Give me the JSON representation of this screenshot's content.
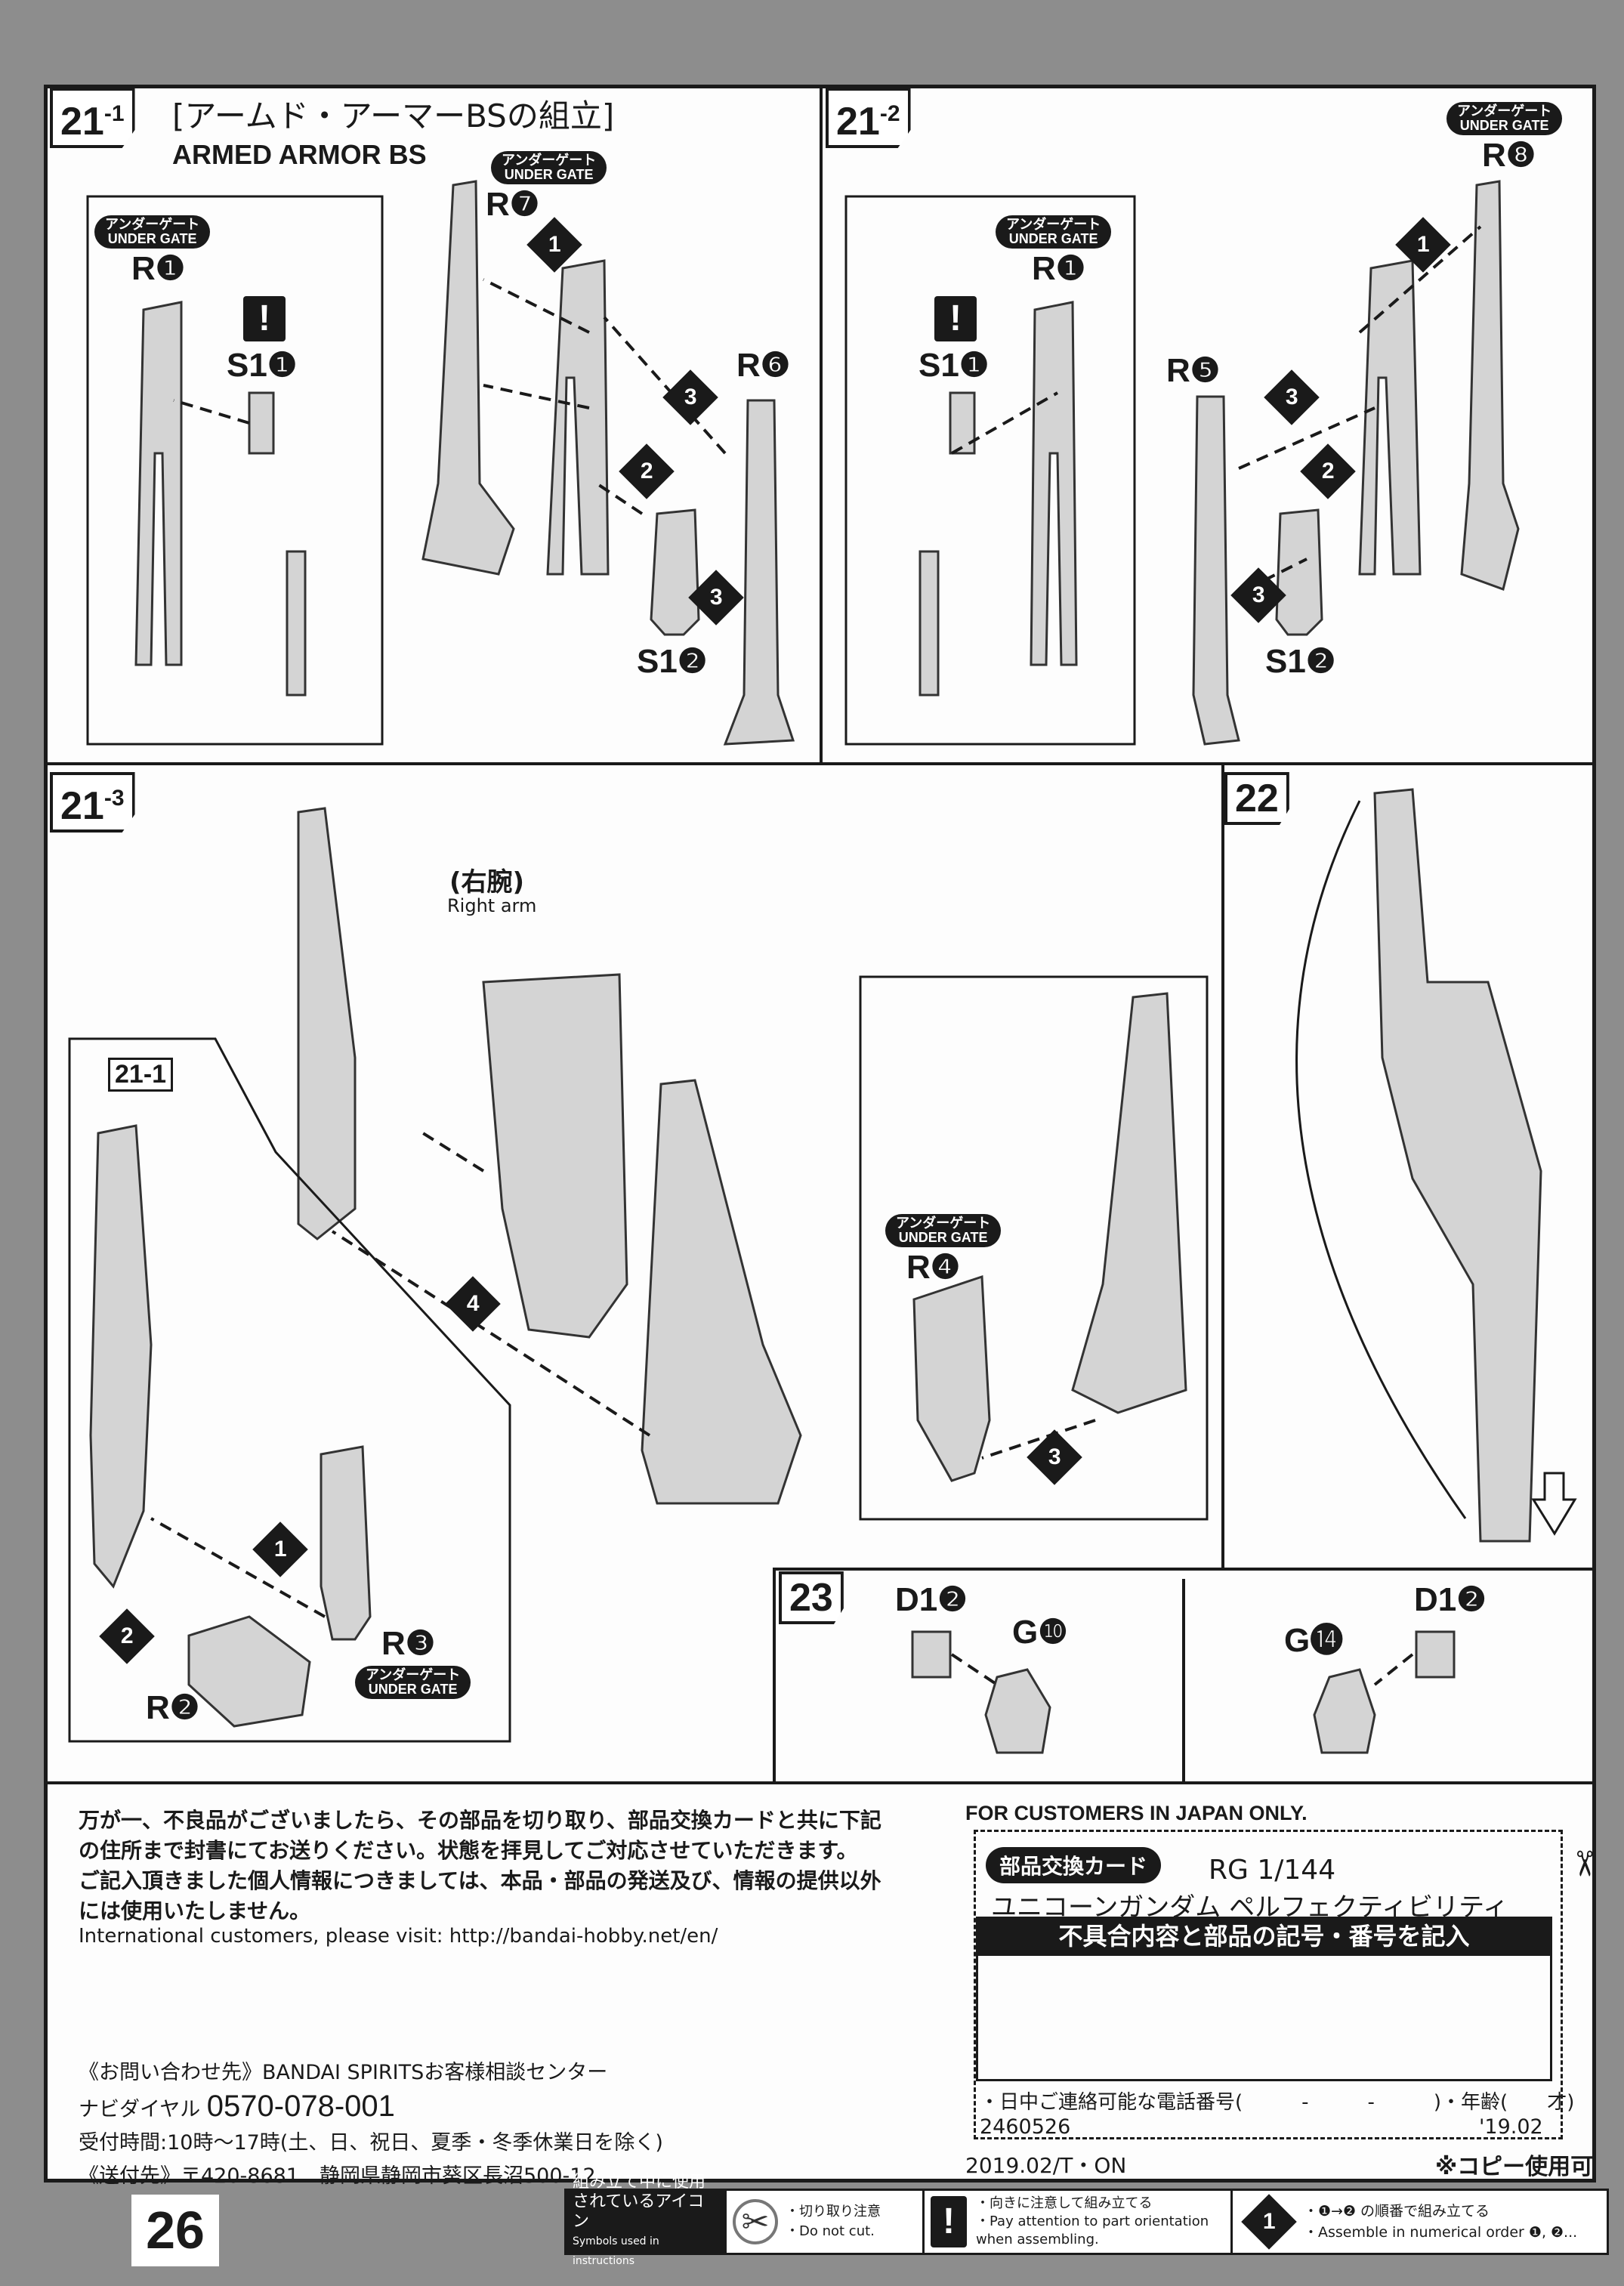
{
  "page_number": "26",
  "steps": {
    "s21_1": {
      "num": "21",
      "sub": "-1",
      "title_jp": "[アームド・アーマーBSの組立]",
      "title_en": "ARMED ARMOR BS",
      "labels": {
        "r1": "R❶",
        "s1_1": "S1❶",
        "r7": "R❼",
        "r6": "R❻",
        "s1_2": "S1❷"
      },
      "order": [
        "1",
        "3",
        "2",
        "3"
      ]
    },
    "s21_2": {
      "num": "21",
      "sub": "-2",
      "labels": {
        "r8": "R❽",
        "r1": "R❶",
        "s1_1": "S1❶",
        "r5": "R❺",
        "s1_2": "S1❷"
      },
      "order": [
        "1",
        "3",
        "2",
        "3"
      ]
    },
    "s21_3": {
      "num": "21",
      "sub": "-3",
      "right_arm_jp": "(右腕)",
      "right_arm_en": "Right arm",
      "ref": "21-1",
      "labels": {
        "r4": "R❹",
        "r2": "R❷",
        "r3": "R❸"
      },
      "order": [
        "4",
        "1",
        "2",
        "3"
      ]
    },
    "s22": {
      "num": "22"
    },
    "s23": {
      "num": "23",
      "labels": {
        "d1a": "D1❷",
        "g10": "G❿",
        "g14": "G⓮",
        "d1b": "D1❷"
      }
    }
  },
  "under_gate": {
    "jp": "アンダーゲート",
    "en": "UNDER GATE"
  },
  "exclaim": "!",
  "notice": {
    "lines": [
      "万が一、不良品がございましたら、その部品を切り取り、部品交換カードと共に下記",
      "の住所まで封書にてお送りください。状態を拝見してご対応させていただきます。",
      "ご記入頂きました個人情報につきましては、本品・部品の発送及び、情報の提供以外",
      "には使用いたしません。"
    ],
    "international": "International customers, please visit: http://bandai-hobby.net/en/",
    "contact": "《お問い合わせ先》BANDAI SPIRITSお客様相談センター",
    "navi_label": "ナビダイヤル",
    "navi_number": "0570-078-001",
    "hours": "受付時間:10時～17時(土、日、祝日、夏季・冬季休業日を除く)",
    "address": "《送付先》〒420-8681　静岡県静岡市葵区長沼500-12"
  },
  "card": {
    "header": "FOR CUSTOMERS IN JAPAN ONLY.",
    "pill": "部品交換カード",
    "scale": "RG 1/144",
    "product": "ユニコーンガンダム ペルフェクティビリティ",
    "band": "不具合内容と部品の記号・番号を記入",
    "phone": "・日中ご連絡可能な電話番号(　　　-　　　-　　　)・年齢(　　才)",
    "code": "2460526",
    "date": "'19.02",
    "footer_left": "2019.02/T・ON",
    "footer_right": "※コピー使用可"
  },
  "legend": {
    "title_jp1": "組み立て中に使用",
    "title_jp2": "されているアイコン",
    "title_en": "Symbols used in instructions",
    "cut_jp": "・切り取り注意",
    "cut_en": "・Do not cut.",
    "orient_jp": "・向きに注意して組み立てる",
    "orient_en": "・Pay attention to part orientation",
    "orient_en2": "when assembling.",
    "order_icon": "1",
    "order_jp": "・❶→❷ の順番で組み立てる",
    "order_en": "・Assemble in numerical order ❶, ❷..."
  }
}
